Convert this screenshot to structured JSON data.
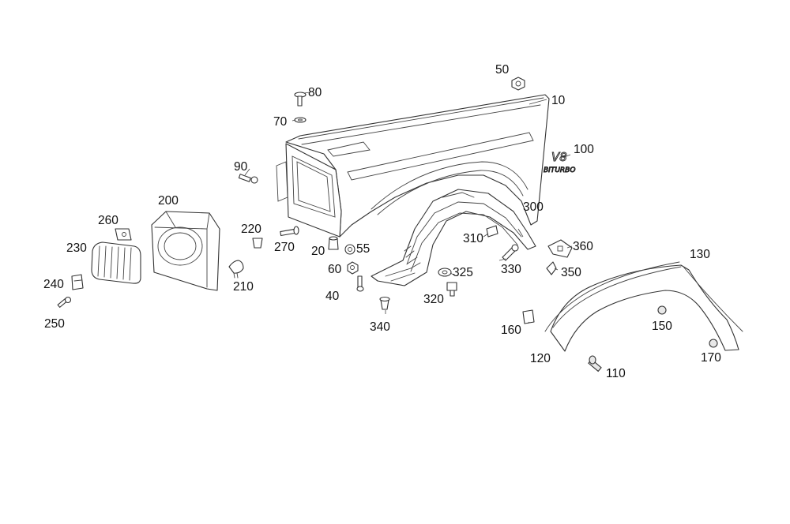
{
  "diagram": {
    "callouts": {
      "c10": "10",
      "c20": "20",
      "c40": "40",
      "c50": "50",
      "c55": "55",
      "c60": "60",
      "c70": "70",
      "c80": "80",
      "c90": "90",
      "c100": "100",
      "c110": "110",
      "c120": "120",
      "c130": "130",
      "c150": "150",
      "c160": "160",
      "c170": "170",
      "c200": "200",
      "c210": "210",
      "c220": "220",
      "c230": "230",
      "c240": "240",
      "c250": "250",
      "c260": "260",
      "c270": "270",
      "c300": "300",
      "c310": "310",
      "c320": "320",
      "c325": "325",
      "c330": "330",
      "c340": "340",
      "c350": "350",
      "c360": "360"
    },
    "badge": {
      "line1": "V8",
      "line2": "BITURBO"
    },
    "colors": {
      "line": "#333333",
      "background": "#ffffff"
    }
  }
}
